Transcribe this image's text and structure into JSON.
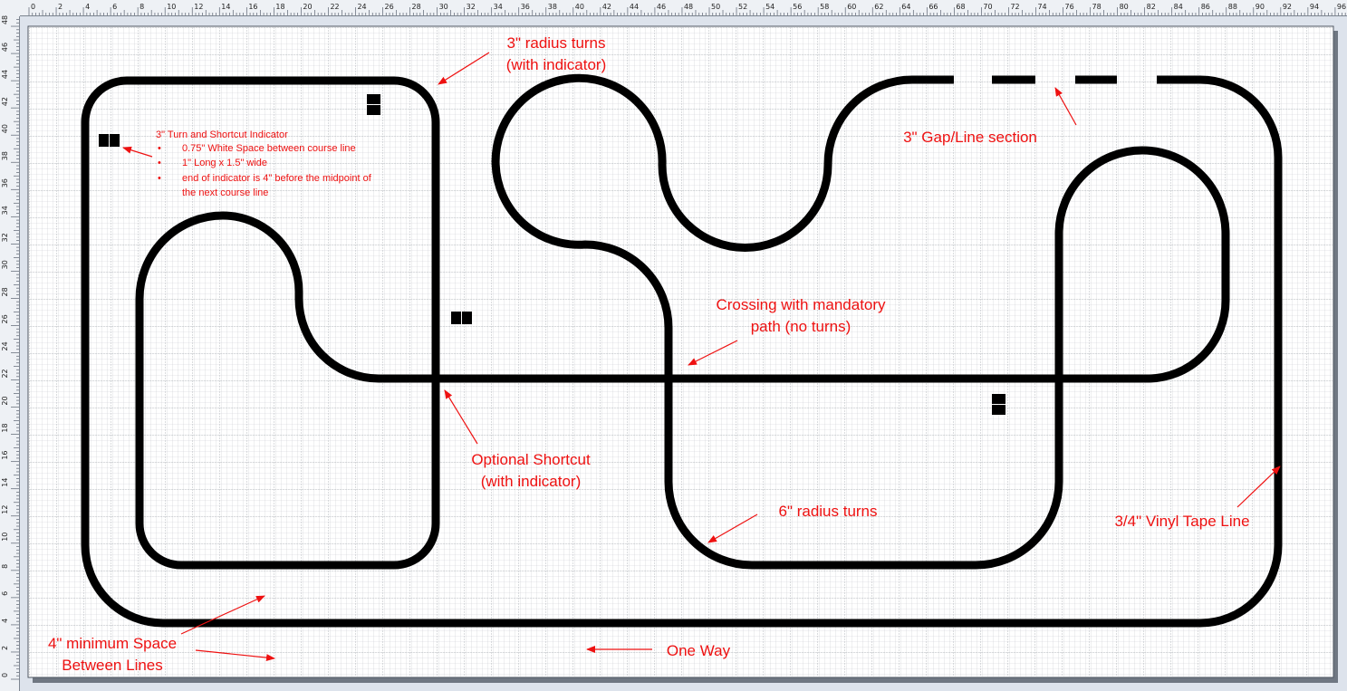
{
  "ruler": {
    "top_labels": [
      "0",
      "2",
      "4",
      "6",
      "8",
      "10",
      "12",
      "14",
      "16",
      "18",
      "20",
      "22",
      "24",
      "26",
      "28",
      "30",
      "32",
      "34",
      "36",
      "38",
      "40",
      "42",
      "44",
      "46",
      "48",
      "50",
      "52",
      "54",
      "56",
      "58",
      "60",
      "62",
      "64",
      "66",
      "68",
      "70",
      "72",
      "74",
      "76",
      "78",
      "80",
      "82",
      "84",
      "86",
      "88",
      "90",
      "92",
      "94",
      "96"
    ],
    "left_labels": [
      "48",
      "46",
      "44",
      "42",
      "40",
      "38",
      "36",
      "34",
      "32",
      "30",
      "28",
      "26",
      "24",
      "22",
      "20",
      "18",
      "16",
      "14",
      "12",
      "10",
      "8",
      "6",
      "4",
      "2",
      "0"
    ]
  },
  "colors": {
    "line": "#000000",
    "annotation": "#ee1111",
    "grid_minor": "#c9ccd1",
    "grid_major": "#a4a8ae",
    "page_bg": "#ffffff",
    "ruler_bg": "#eef1f5"
  },
  "annotations": {
    "radius3_line1": "3\" radius turns",
    "radius3_line2": "(with indicator)",
    "indicator_title": "3\" Turn and Shortcut Indicator",
    "indicator_bullets": [
      "0.75\" White Space between course line",
      "1\" Long x 1.5\" wide",
      "end of indicator is 4\" before the midpoint of",
      "the next course line"
    ],
    "gap_line": "3\" Gap/Line section",
    "crossing_line1": "Crossing with mandatory",
    "crossing_line2": "path (no turns)",
    "shortcut_line1": "Optional Shortcut",
    "shortcut_line2": "(with indicator)",
    "radius6": "6\" radius turns",
    "vinyl": "3/4\" Vinyl Tape Line",
    "spacing_line1": "4\" minimum Space",
    "spacing_line2": "Between Lines",
    "one_way": "One Way"
  }
}
